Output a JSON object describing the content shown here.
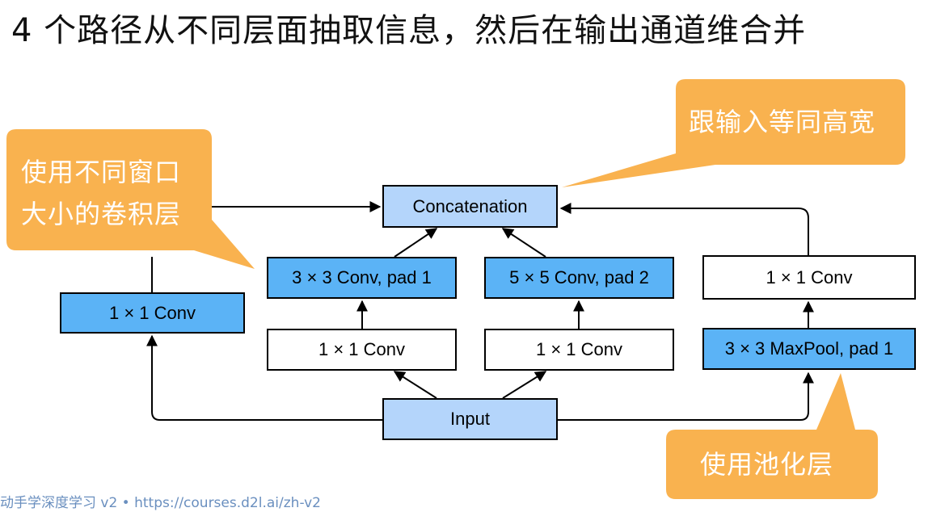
{
  "title": "4 个路径从不同层面抽取信息，然后在输出通道维合并",
  "nodes": {
    "concat": "Concatenation",
    "path1_conv1x1": "1 × 1 Conv",
    "path2_conv3x3": "3 × 3 Conv, pad 1",
    "path3_conv5x5": "5 × 5 Conv, pad 2",
    "path4_conv1x1": "1 × 1 Conv",
    "path2_conv1x1": "1 × 1 Conv",
    "path3_conv1x1": "1 × 1 Conv",
    "path4_maxpool": "3 × 3 MaxPool, pad 1",
    "input": "Input"
  },
  "callouts": {
    "conv_line1": "使用不同窗口",
    "conv_line2": "大小的卷积层",
    "concat": "跟输入等同高宽",
    "pool": "使用池化层"
  },
  "colors": {
    "light_blue": "#b4d5fb",
    "blue": "#5bb3f6",
    "callout_orange": "#f9b24f"
  },
  "footer": "动手学深度学习 v2 • https://courses.d2l.ai/zh-v2"
}
